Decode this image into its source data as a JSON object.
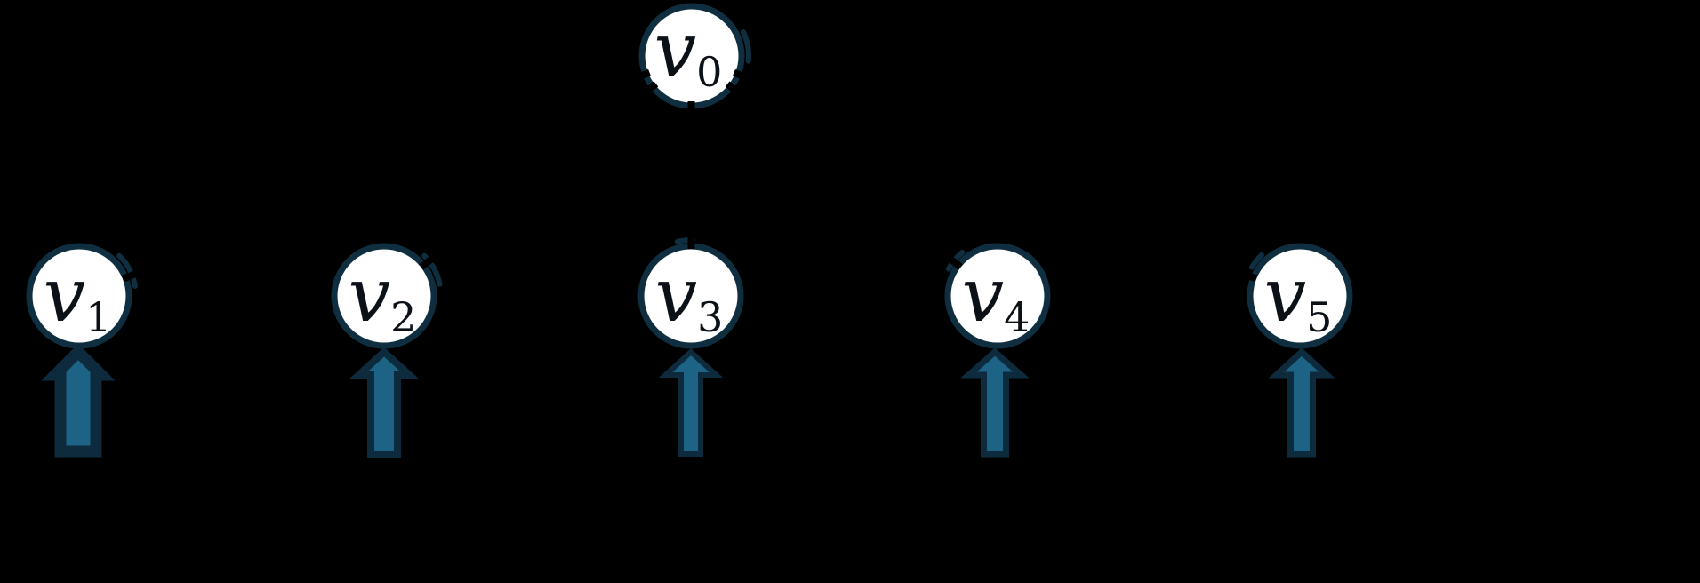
{
  "diagram": {
    "type": "graph",
    "background": "#000000",
    "colors": {
      "background": "#000000",
      "node_fill": "#ffffff",
      "node_border": "#0f2e3f",
      "arrow_fill": "#1d6385",
      "arrow_outline": "#0d2b3c",
      "edge": "#000000",
      "label": "#0c1118"
    },
    "nodes": [
      {
        "id": "v0",
        "label": "v0",
        "base": "v",
        "sub": "0",
        "role": "root"
      },
      {
        "id": "v1",
        "label": "v1",
        "base": "v",
        "sub": "1",
        "role": "leaf"
      },
      {
        "id": "v2",
        "label": "v2",
        "base": "v",
        "sub": "2",
        "role": "leaf"
      },
      {
        "id": "v3",
        "label": "v3",
        "base": "v",
        "sub": "3",
        "role": "leaf"
      },
      {
        "id": "v4",
        "label": "v4",
        "base": "v",
        "sub": "4",
        "role": "leaf"
      },
      {
        "id": "v5",
        "label": "v5",
        "base": "v",
        "sub": "5",
        "role": "leaf"
      }
    ],
    "edges": [
      {
        "from": "v0",
        "to": "v1"
      },
      {
        "from": "v0",
        "to": "v2"
      },
      {
        "from": "v0",
        "to": "v3"
      },
      {
        "from": "v0",
        "to": "v4"
      },
      {
        "from": "v0",
        "to": "v5"
      }
    ],
    "input_arrows": [
      {
        "into": "v1",
        "direction": "up"
      },
      {
        "into": "v2",
        "direction": "up"
      },
      {
        "into": "v3",
        "direction": "up"
      },
      {
        "into": "v4",
        "direction": "up"
      },
      {
        "into": "v5",
        "direction": "up"
      }
    ]
  }
}
